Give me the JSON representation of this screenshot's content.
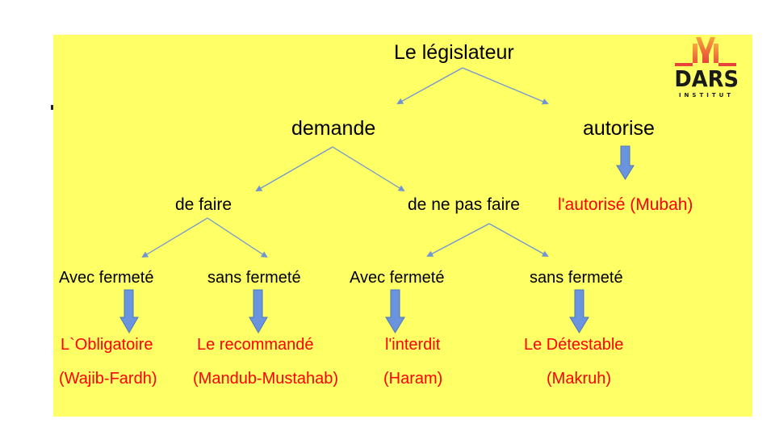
{
  "diagram": {
    "root": "Le législateur",
    "level1": {
      "left": "demande",
      "right": "autorise"
    },
    "level2": {
      "left": "de faire",
      "right": "de ne pas faire",
      "result_right": "l'autorisé (Mubah)"
    },
    "level3": [
      {
        "label": "Avec fermeté",
        "result": "L`Obligatoire",
        "term": "(Wajib-Fardh)"
      },
      {
        "label": "sans fermeté",
        "result": "Le recommandé",
        "term": "(Mandub-Mustahab)"
      },
      {
        "label": "Avec fermeté",
        "result": "l'interdit",
        "term": "(Haram)"
      },
      {
        "label": "sans fermeté",
        "result": "Le Détestable",
        "term": "(Makruh)"
      }
    ]
  },
  "logo": {
    "name": "DARS",
    "subtitle": "INSTITUT"
  },
  "colors": {
    "background": "#FFFF66",
    "text": "#000000",
    "result_text": "#FF0000",
    "connector": "#6F95D4",
    "block_arrow": "#6A95DE",
    "block_arrow_border": "#4F76B8"
  }
}
